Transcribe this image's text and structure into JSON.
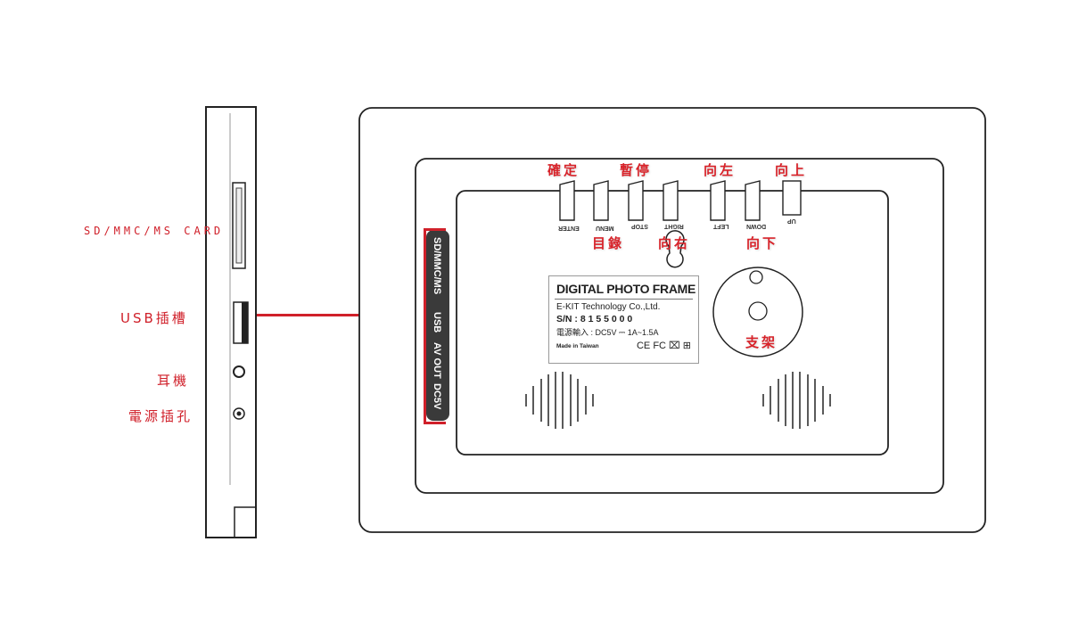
{
  "side_view": {
    "labels": {
      "card_slot": "SD/MMC/MS CARD",
      "usb_slot": "USB插槽",
      "earphone": "耳機",
      "power_jack": "電源插孔"
    }
  },
  "port_strip": {
    "labels": [
      "SD/MMC/MS",
      "USB",
      "AV OUT",
      "DC5V"
    ]
  },
  "buttons": [
    {
      "label": "ENTER",
      "cn": "確定"
    },
    {
      "label": "MENU",
      "cn": "目錄"
    },
    {
      "label": "STOP",
      "cn": "暫停"
    },
    {
      "label": "RIGHT",
      "cn": "向右"
    },
    {
      "label": "LEFT",
      "cn": "向左"
    },
    {
      "label": "DOWN",
      "cn": "向下"
    },
    {
      "label": "UP",
      "cn": "向上"
    }
  ],
  "nameplate": {
    "title": "DIGITAL PHOTO FRAME",
    "company": "E-KIT Technology Co.,Ltd.",
    "serial": "S/N : 8 1 5 5 0 0 0",
    "power": "電源輸入 : DC5V ⎓ 1A~1.5A",
    "origin": "Made in Taiwan",
    "certs": "CE FC ⌧ ⊞"
  },
  "stand": {
    "label": "支架"
  },
  "colors": {
    "accent_red": "#d0202a",
    "outline": "#222222"
  }
}
